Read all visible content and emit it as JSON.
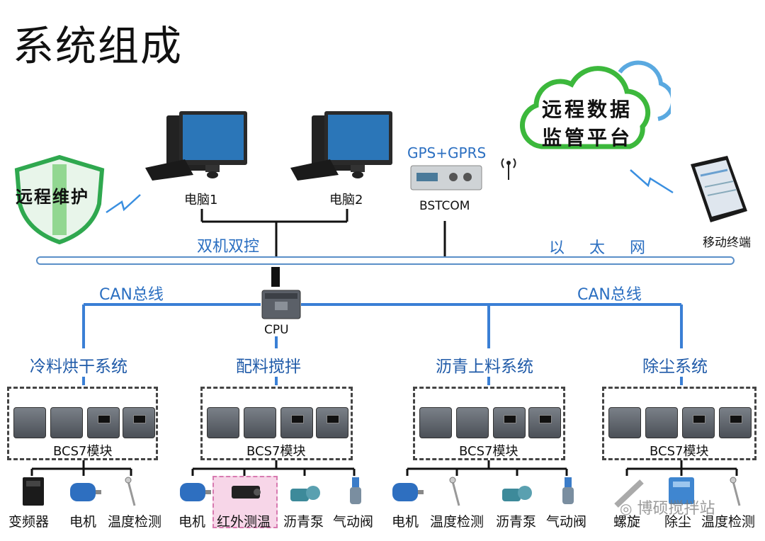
{
  "title": "系统组成",
  "cloud": {
    "line1": "远程数据",
    "line2": "监管平台"
  },
  "shield_label": "远程维护",
  "computers": [
    "电脑1",
    "电脑2"
  ],
  "gps_label": "GPS+GPRS",
  "bstcom_label": "BSTCOM",
  "mobile_label": "移动终端",
  "dual_control": "双机双控",
  "ethernet": "以 太 网",
  "can_left": "CAN总线",
  "can_right": "CAN总线",
  "cpu_label": "CPU",
  "systems": [
    {
      "title": "冷料烘干系统",
      "module": "BCS7模块",
      "devices": [
        "变频器",
        "电机",
        "温度检测"
      ]
    },
    {
      "title": "配料搅拌",
      "module": "BCS7模块",
      "devices": [
        "电机",
        "红外测温",
        "沥青泵",
        "气动阀"
      ]
    },
    {
      "title": "沥青上料系统",
      "module": "BCS7模块",
      "devices": [
        "电机",
        "温度检测",
        "沥青泵",
        "气动阀"
      ]
    },
    {
      "title": "除尘系统",
      "module": "BCS7模块",
      "devices": [
        "螺旋",
        "除尘",
        "温度检测"
      ]
    }
  ],
  "watermark": "博硕搅拌站",
  "colors": {
    "line_blue": "#3a7fd5",
    "text_blue": "#2b6fc1",
    "cloud_green": "#3cb83c",
    "shield_green": "#2fa84f"
  }
}
